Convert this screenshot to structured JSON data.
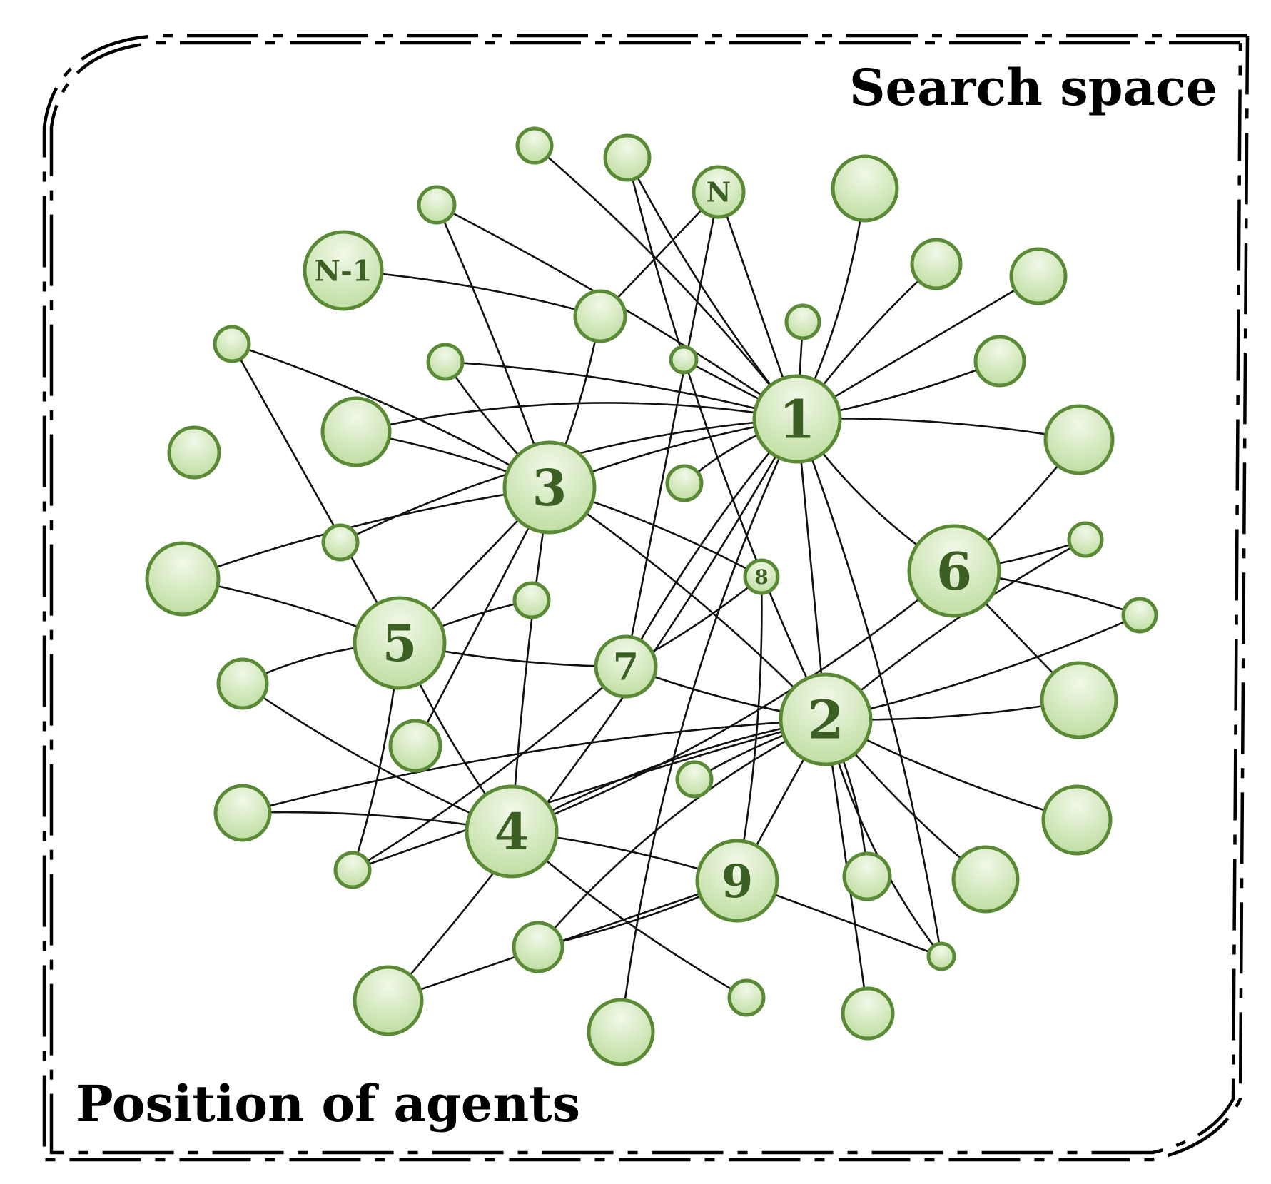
{
  "labels": {
    "search_space": "Search space",
    "position_of_agents": "Position of agents"
  },
  "colors": {
    "node_fill_light": "#f1f8e8",
    "node_fill_dark": "#bedd9f",
    "node_stroke": "#5a8a35",
    "label_text": "#3c5f24",
    "edge": "#111111"
  },
  "nodes": [
    {
      "id": "1",
      "label": "1"
    },
    {
      "id": "2",
      "label": "2"
    },
    {
      "id": "3",
      "label": "3"
    },
    {
      "id": "4",
      "label": "4"
    },
    {
      "id": "5",
      "label": "5"
    },
    {
      "id": "6",
      "label": "6"
    },
    {
      "id": "7",
      "label": "7"
    },
    {
      "id": "8",
      "label": "8"
    },
    {
      "id": "9",
      "label": "9"
    },
    {
      "id": "N",
      "label": "N"
    },
    {
      "id": "N-1",
      "label": "N-1"
    }
  ]
}
